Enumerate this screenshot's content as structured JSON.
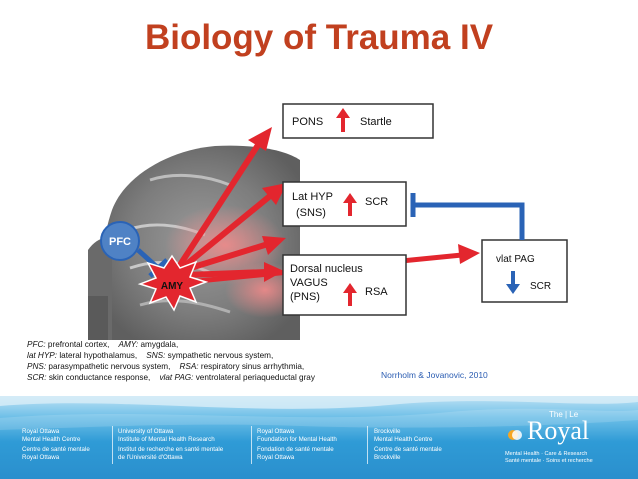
{
  "title": "Biology of Trauma IV",
  "diagram": {
    "pfc_label": "PFC",
    "amy_label": "AMY",
    "pons_label": "PONS",
    "startle_label": "Startle",
    "lathyp_line1": "Lat HYP",
    "lathyp_line2": "(SNS)",
    "scr_label_1": "SCR",
    "dorsal_line1": "Dorsal nucleus",
    "dorsal_line2": "VAGUS",
    "dorsal_line3": "(PNS)",
    "rsa_label": "RSA",
    "vlat_pag_label": "vlat PAG",
    "scr_label_2": "SCR",
    "colors": {
      "red": "#e3262e",
      "blue": "#2a63b6",
      "pfc_fill": "#4f82c5"
    }
  },
  "legend": {
    "row1_abbr1": "PFC:",
    "row1_def1": " prefrontal cortex,",
    "row1_abbr2": "AMY:",
    "row1_def2": " amygdala,",
    "row2_abbr1": "lat HYP:",
    "row2_def1": " lateral hypothalamus,",
    "row2_abbr2": "SNS:",
    "row2_def2": " sympathetic nervous system,",
    "row3_abbr1": "PNS:",
    "row3_def1": " parasympathetic nervous system,",
    "row3_abbr2": "RSA:",
    "row3_def2": " respiratory sinus arrhythmia,",
    "row4_abbr1": "SCR:",
    "row4_def1": " skin conductance response,",
    "row4_abbr2": "vlat PAG:",
    "row4_def2": " ventrolateral periaqueductal gray"
  },
  "citation": "Norrholm & Jovanovic, 2010",
  "footer": {
    "col1": [
      "Royal Ottawa",
      "Mental Health Centre",
      "Centre de santé mentale",
      "Royal Ottawa"
    ],
    "col2": [
      "University of Ottawa",
      "Institute of Mental Health Research",
      "Institut de recherche en santé mentale",
      "de l'Université d'Ottawa"
    ],
    "col3": [
      "Royal Ottawa",
      "Foundation for Mental Health",
      "Fondation de santé mentale",
      "Royal Ottawa"
    ],
    "col4": [
      "Brockville",
      "Mental Health Centre",
      "Centre de santé mentale",
      "Brockville"
    ],
    "logo_the": "The | Le",
    "logo_royal": "Royal",
    "logo_tag1": "Mental Health · Care & Research",
    "logo_tag2": "Santé mentale · Soins et recherche"
  }
}
